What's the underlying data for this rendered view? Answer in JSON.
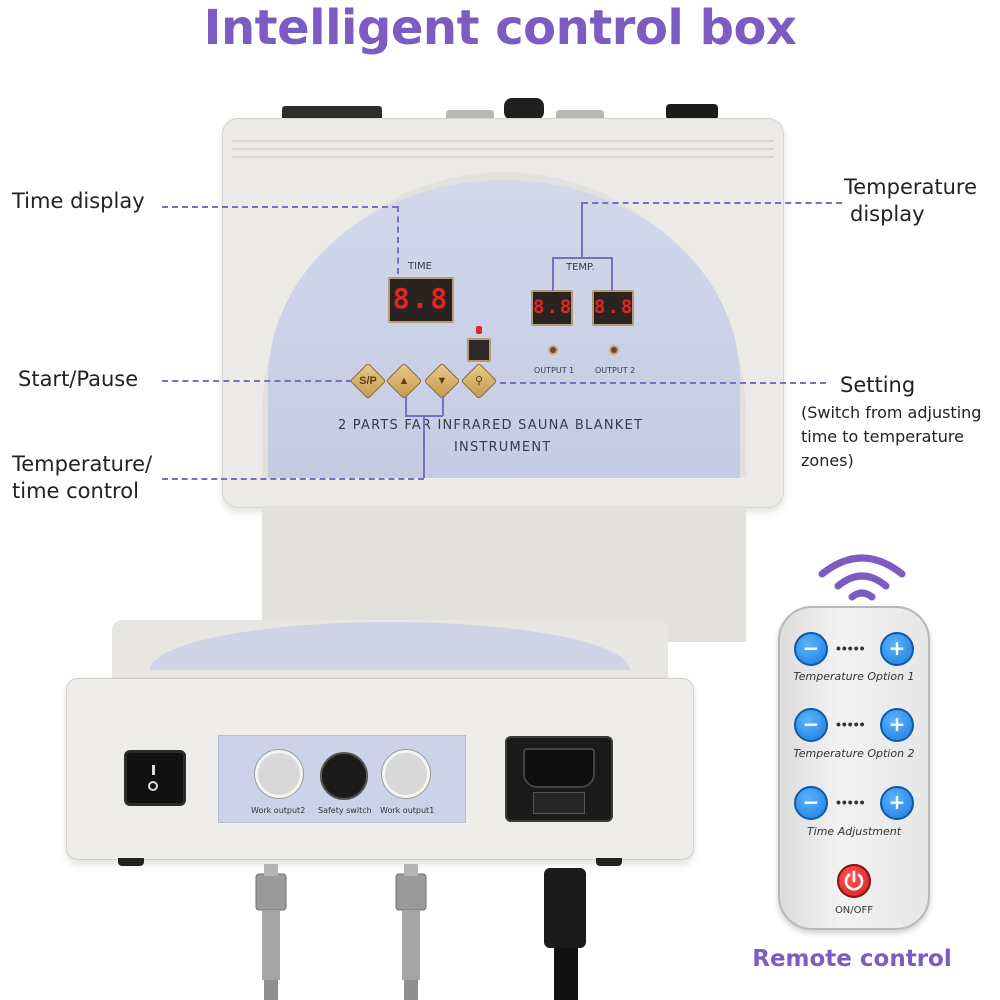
{
  "title": "Intelligent control box",
  "callouts": {
    "time_display": "Time display",
    "temperature_display_line1": "Temperature",
    "temperature_display_line2": "display",
    "start_pause": "Start/Pause",
    "setting": "Setting",
    "setting_desc_line1": "(Switch from adjusting",
    "setting_desc_line2": "time to temperature",
    "setting_desc_line3": "zones)",
    "temp_time_control_line1": "Temperature/",
    "temp_time_control_line2": "time control"
  },
  "panel": {
    "time_label": "TIME",
    "temp_label": "TEMP.",
    "time_readout": "8.8",
    "temp1_readout": "8.8",
    "temp2_readout": "8.8",
    "output1": "OUTPUT 1",
    "output2": "OUTPUT 2",
    "start_pause_key": "S/P",
    "up_key": "▲",
    "down_key": "▼",
    "setting_key": "⚲",
    "product_line1": "2 PARTS FAR INFRARED SAUNA BLANKET",
    "product_line2": "INSTRUMENT"
  },
  "back_panel": {
    "work_output2": "Work output2",
    "safety_switch": "Safety switch",
    "work_output1": "Work output1"
  },
  "remote": {
    "minus": "−",
    "plus": "+",
    "dots": "•••••",
    "option1": "Temperature Option 1",
    "option2": "Temperature Option 2",
    "time_adjust": "Time Adjustment",
    "on_off": "ON/OFF",
    "caption": "Remote control"
  },
  "colors": {
    "accent": "#7b5cc2",
    "leader_line": "#7b6cc4",
    "led_red": "#e02626",
    "remote_button_blue": "#1a7bdc",
    "power_red": "#d11b1b"
  }
}
